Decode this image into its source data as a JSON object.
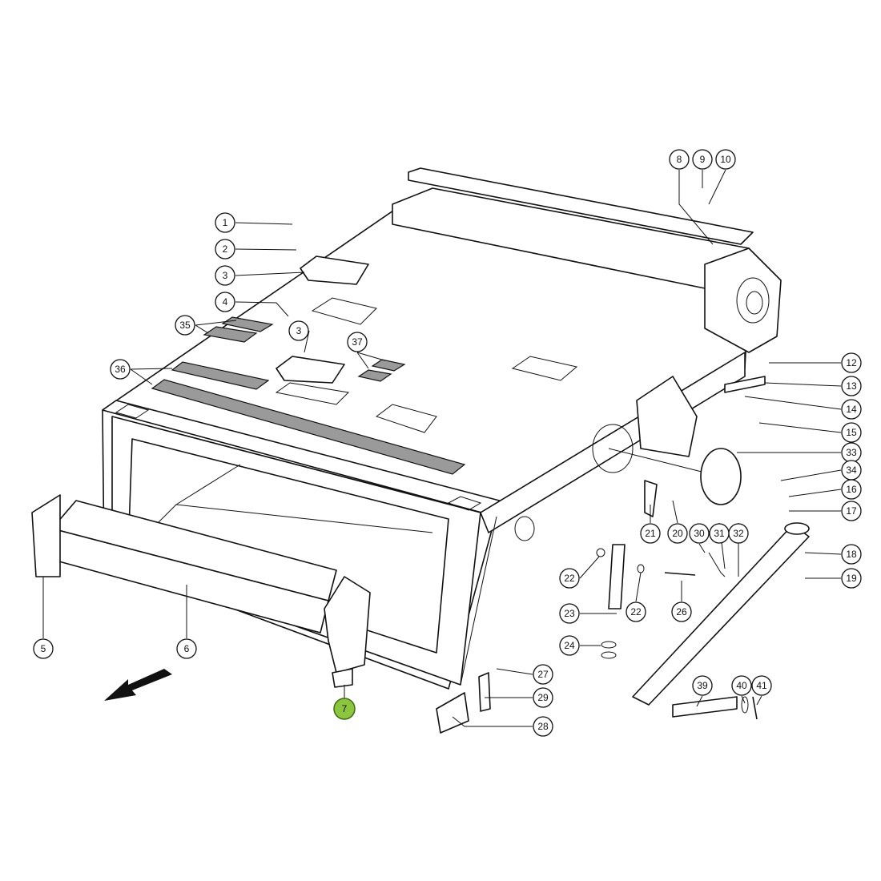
{
  "highlight_color": "#8cc63f",
  "callouts": {
    "c1": "1",
    "c2": "2",
    "c3a": "3",
    "c4": "4",
    "c35": "35",
    "c36": "36",
    "c3b": "3",
    "c37": "37",
    "c8": "8",
    "c9": "9",
    "c10": "10",
    "c12": "12",
    "c13": "13",
    "c14": "14",
    "c15": "15",
    "c33": "33",
    "c34": "34",
    "c16": "16",
    "c17": "17",
    "c18": "18",
    "c19": "19",
    "c21": "21",
    "c20": "20",
    "c30": "30",
    "c31": "31",
    "c32": "32",
    "c22a": "22",
    "c22b": "22",
    "c23": "23",
    "c24": "24",
    "c26": "26",
    "c27": "27",
    "c29": "29",
    "c28": "28",
    "c39": "39",
    "c40": "40",
    "c41": "41",
    "c5": "5",
    "c6": "6",
    "c7": "7"
  }
}
